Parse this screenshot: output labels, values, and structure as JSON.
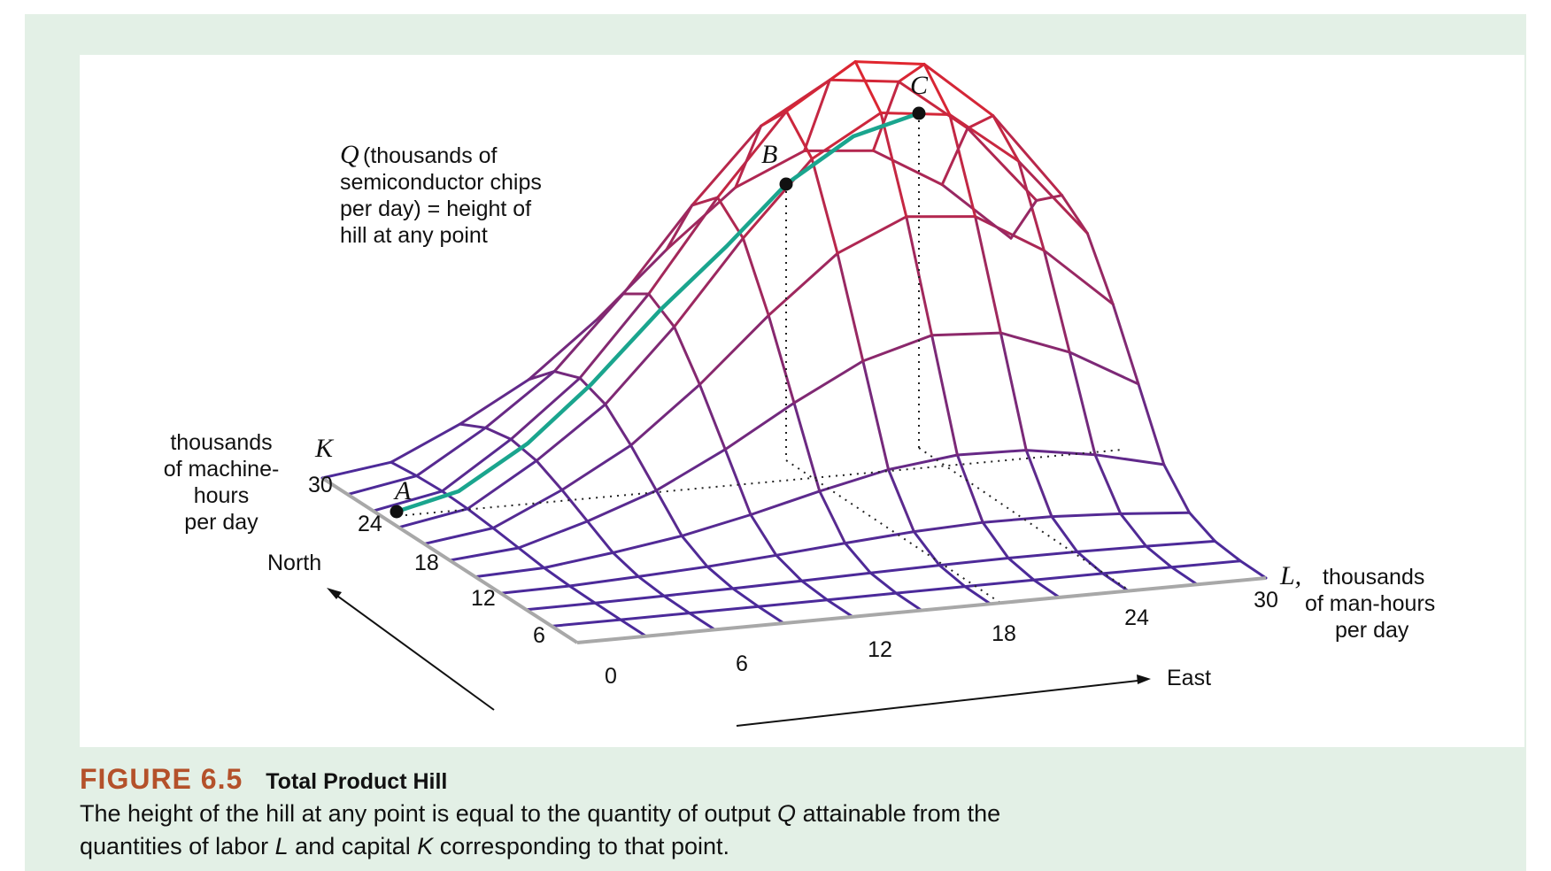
{
  "figure": {
    "number": "FIGURE 6.5",
    "title": "Total Product Hill",
    "caption": {
      "p1": "The height of the hill at any point is equal to the quantity of output ",
      "q": "Q",
      "p2": " attainable from the",
      "p3": "quantities of labor ",
      "l": "L",
      "p4": " and capital ",
      "k": "K",
      "p5": " corresponding to that point."
    }
  },
  "diagram": {
    "q_label": [
      "(thousands of",
      "semiconductor chips",
      "per day) = height of",
      "hill at any point"
    ],
    "q_symbol": "Q",
    "k_symbol": "K",
    "k_label": [
      "thousands",
      "of machine-",
      "hours",
      "per day"
    ],
    "l_symbol": "L,",
    "l_label": [
      "thousands",
      "of man-hours",
      "per day"
    ],
    "north": "North",
    "east": "East",
    "l_ticks": [
      "0",
      "6",
      "12",
      "18",
      "24",
      "30"
    ],
    "k_ticks": [
      "6",
      "12",
      "18",
      "24",
      "30"
    ],
    "points": {
      "a": "A",
      "b": "B",
      "c": "C"
    }
  },
  "colors": {
    "low": "#4b2a9a",
    "high": "#e3262c",
    "path": "#1aa58e",
    "axis": "#a8a8a8",
    "figure_number": "#b4512a"
  }
}
